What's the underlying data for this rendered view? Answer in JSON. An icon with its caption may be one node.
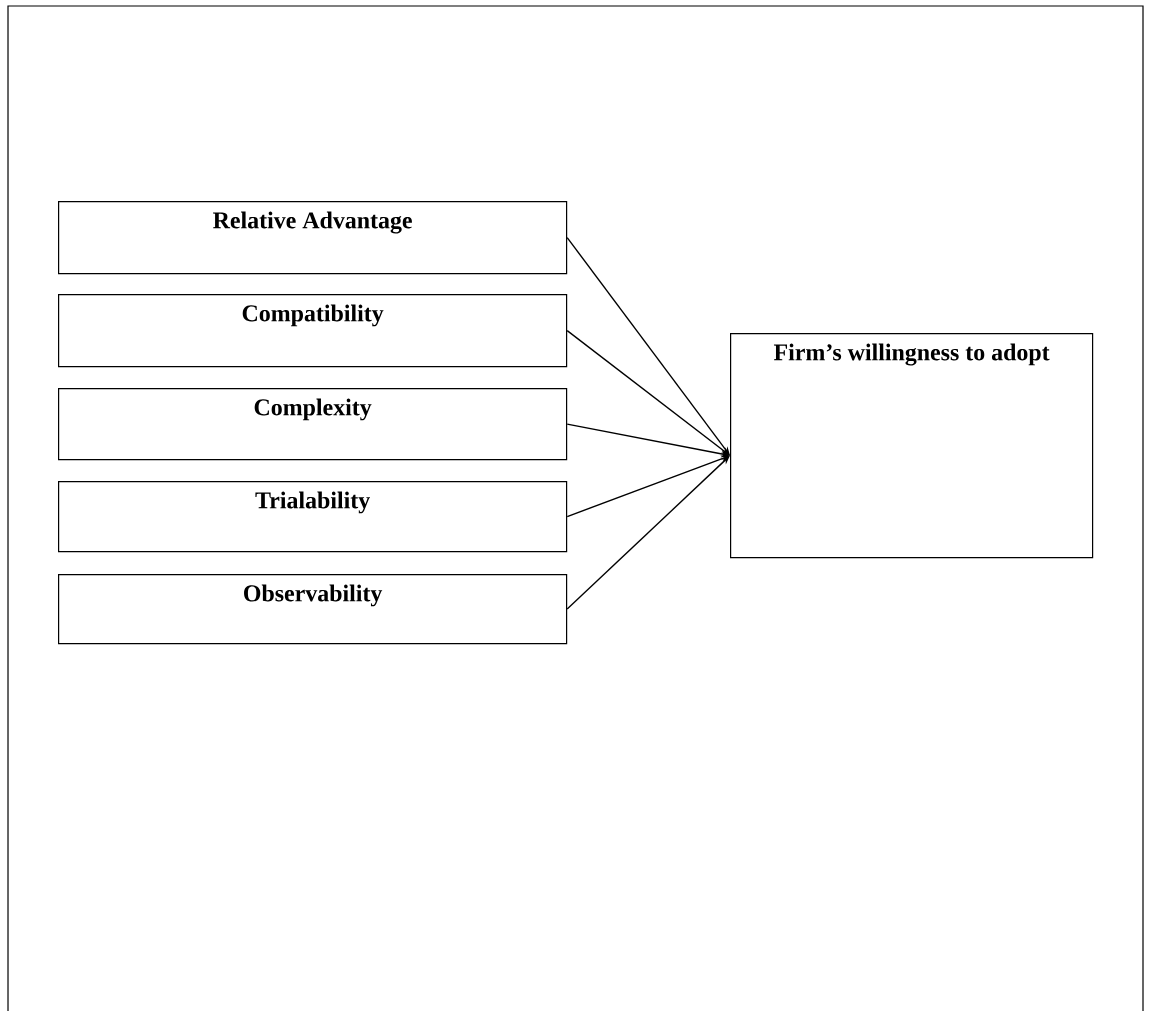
{
  "diagram": {
    "nodes": [
      {
        "text": [
          "Relative Advantage"
        ]
      },
      {
        "text": [
          "Compatibility"
        ]
      },
      {
        "text": [
          "Complexity"
        ]
      },
      {
        "text": [
          "Trialability"
        ]
      },
      {
        "text": [
          "Observability"
        ]
      },
      {
        "text": [
          "Firm’s willingness to adopt"
        ]
      }
    ],
    "edges": [
      {
        "from": 0,
        "to": 5,
        "arrow": "to"
      },
      {
        "from": 1,
        "to": 5,
        "arrow": "to"
      },
      {
        "from": 2,
        "to": 5,
        "arrow": "to"
      },
      {
        "from": 3,
        "to": 5,
        "arrow": "to"
      },
      {
        "from": 4,
        "to": 5,
        "arrow": "to"
      }
    ]
  }
}
